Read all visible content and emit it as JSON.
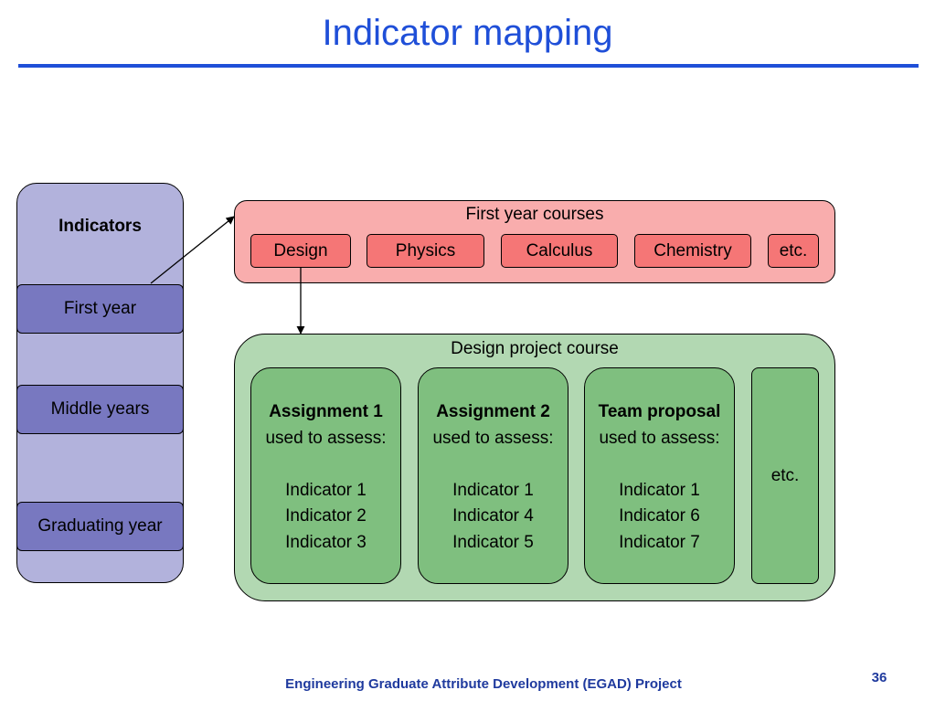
{
  "slide": {
    "title": "Indicator mapping",
    "footer": "Engineering Graduate Attribute Development (EGAD) Project",
    "page_number": "36",
    "accent_color": "#1f4fd8"
  },
  "indicators": {
    "label": "Indicators",
    "stages": [
      "First year",
      "Middle years",
      "Graduating year"
    ]
  },
  "first_year_courses": {
    "label": "First year courses",
    "courses": [
      "Design",
      "Physics",
      "Calculus",
      "Chemistry",
      "etc."
    ]
  },
  "design_project_course": {
    "label": "Design project course",
    "assignments": [
      {
        "name": "Assignment 1",
        "purpose": "used to assess:",
        "indicators": [
          "Indicator 1",
          "Indicator 2",
          "Indicator 3"
        ]
      },
      {
        "name": "Assignment 2",
        "purpose": "used to assess:",
        "indicators": [
          "Indicator 1",
          "Indicator 4",
          "Indicator 5"
        ]
      },
      {
        "name": "Team proposal",
        "purpose": "used to assess:",
        "indicators": [
          "Indicator 1",
          "Indicator 6",
          "Indicator 7"
        ]
      }
    ],
    "etc_label": "etc."
  }
}
